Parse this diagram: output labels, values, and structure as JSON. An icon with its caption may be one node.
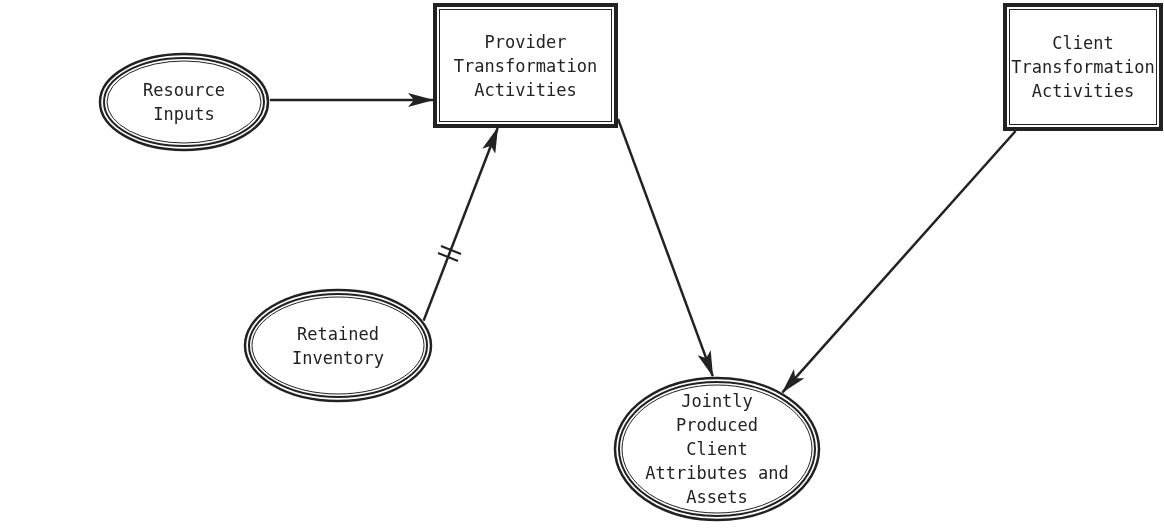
{
  "diagram": {
    "nodes": [
      {
        "text": [
          "Resource Inputs"
        ]
      },
      {
        "text": [
          "Provider Transformation Activities"
        ]
      },
      {
        "text": [
          "Client Transformation Activities"
        ]
      },
      {
        "text": [
          "Retained Inventory"
        ]
      },
      {
        "text": [
          "Jointly Produced Client Attributes and Assets"
        ]
      }
    ],
    "edges": [
      {
        "from": 0,
        "to": 1,
        "arrow": "to"
      },
      {
        "from": 3,
        "to": 1,
        "arrow": "to"
      },
      {
        "from": 1,
        "to": 4,
        "arrow": "to"
      },
      {
        "from": 2,
        "to": 4,
        "arrow": "to"
      }
    ]
  }
}
